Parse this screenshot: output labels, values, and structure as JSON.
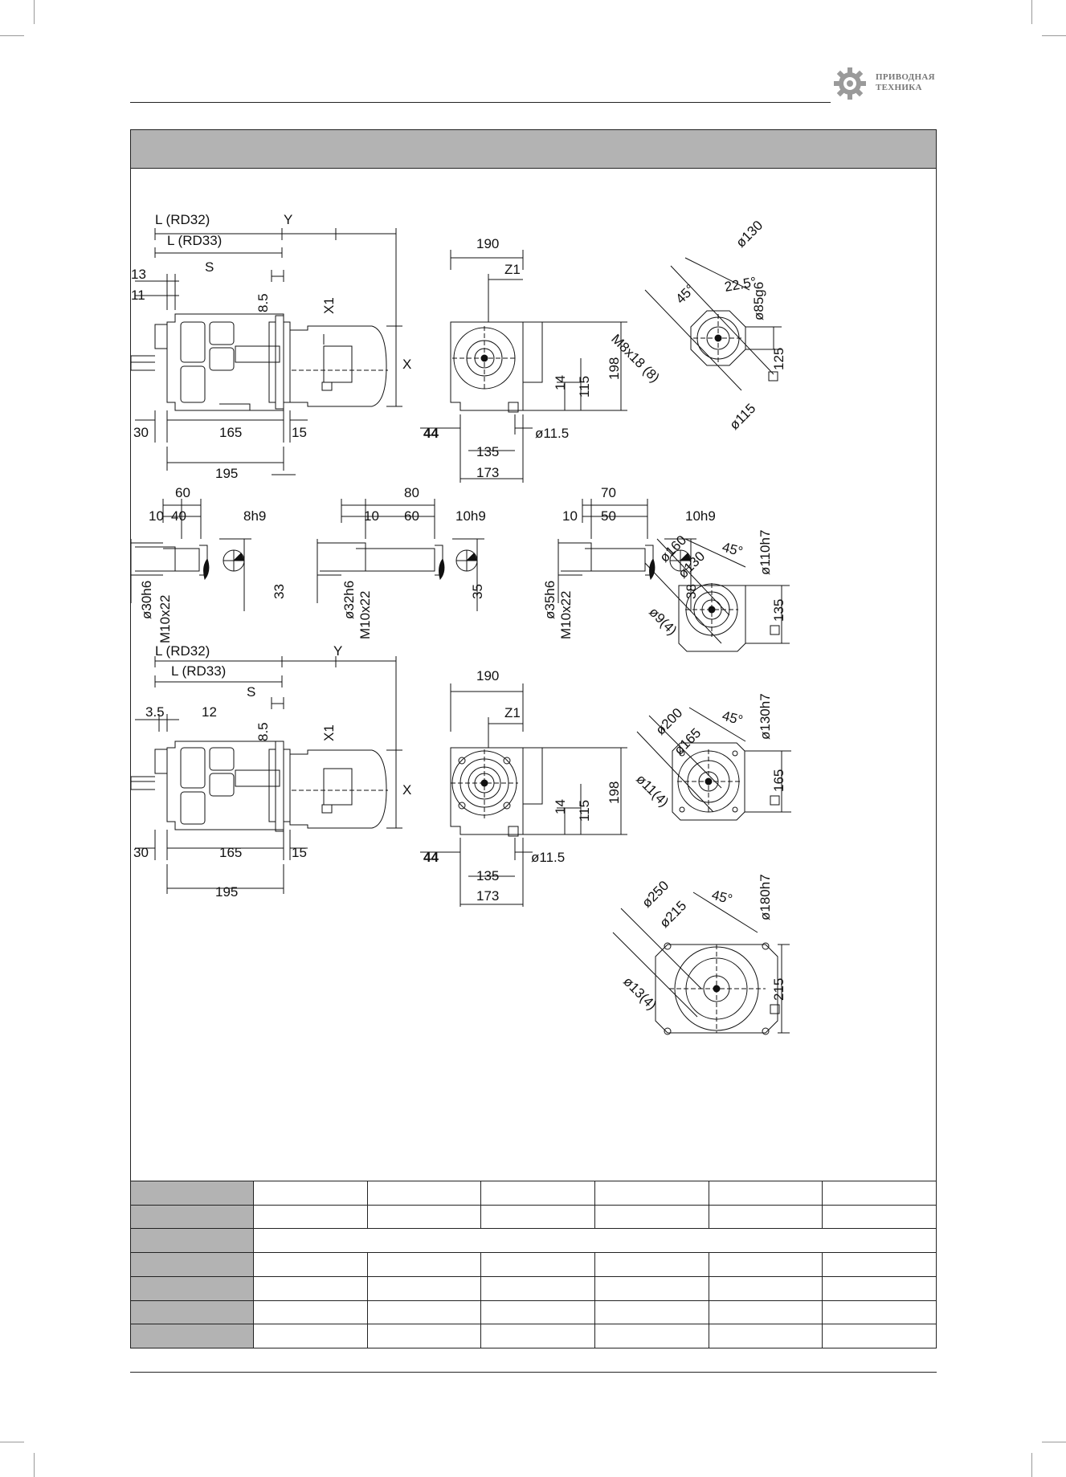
{
  "brand": {
    "line1": "ПРИВОДНАЯ",
    "line2": "ТЕХНИКА"
  },
  "drawing": {
    "top_left": {
      "l_rd32": "L (RD32)",
      "l_rd33": "L (RD33)",
      "y": "Y",
      "s": "S",
      "d13": "13",
      "d11": "11",
      "d85": "8.5",
      "x1": "X1",
      "x": "X",
      "d30": "30",
      "d165": "165",
      "d15": "15",
      "d195": "195"
    },
    "top_mid": {
      "d190": "190",
      "z1": "Z1",
      "d198": "198",
      "d115": "115",
      "d14": "14",
      "d44": "44",
      "d135": "135",
      "d173": "173",
      "dhole": "ø11.5"
    },
    "flange1": {
      "d130": "ø130",
      "a225": "22.5°",
      "a45": "45°",
      "d85g6": "ø85g6",
      "thread": "M8x18 (8)",
      "sq125": "125",
      "d115": "ø115"
    },
    "shaft1": {
      "d60": "60",
      "d10": "10",
      "d40": "40",
      "key": "8h9",
      "dia": "ø30h6",
      "thread": "M10x22",
      "h": "33"
    },
    "shaft2": {
      "d80": "80",
      "d10": "10",
      "d60": "60",
      "key": "10h9",
      "dia": "ø32h6",
      "thread": "M10x22",
      "h": "35"
    },
    "shaft3": {
      "d70": "70",
      "d10": "10",
      "d50": "50",
      "key": "10h9",
      "dia": "ø35h6",
      "thread": "M10x22",
      "h": "38"
    },
    "flange2": {
      "d160": "ø160",
      "d130": "ø130",
      "a45": "45°",
      "d110": "ø110h7",
      "holes": "ø9(4)",
      "sq": "135"
    },
    "bottom_left": {
      "l_rd32": "L (RD32)",
      "l_rd33": "L (RD33)",
      "y": "Y",
      "s": "S",
      "d35": "3.5",
      "d12": "12",
      "d85": "8.5",
      "x1": "X1",
      "x": "X",
      "d30": "30",
      "d165": "165",
      "d15": "15",
      "d195": "195"
    },
    "bottom_mid": {
      "d190": "190",
      "z1": "Z1",
      "d198": "198",
      "d115": "115",
      "d14": "14",
      "d44": "44",
      "d135": "135",
      "d173": "173",
      "dhole": "ø11.5"
    },
    "flange3": {
      "d200": "ø200",
      "d165": "ø165",
      "a45": "45°",
      "d130": "ø130h7",
      "holes": "ø11(4)",
      "sq": "165"
    },
    "flange4": {
      "d250": "ø250",
      "d215": "ø215",
      "a45": "45°",
      "d180": "ø180h7",
      "holes": "ø13(4)",
      "sq": "215"
    }
  },
  "table": {
    "rows": 7,
    "value_columns": 6
  }
}
